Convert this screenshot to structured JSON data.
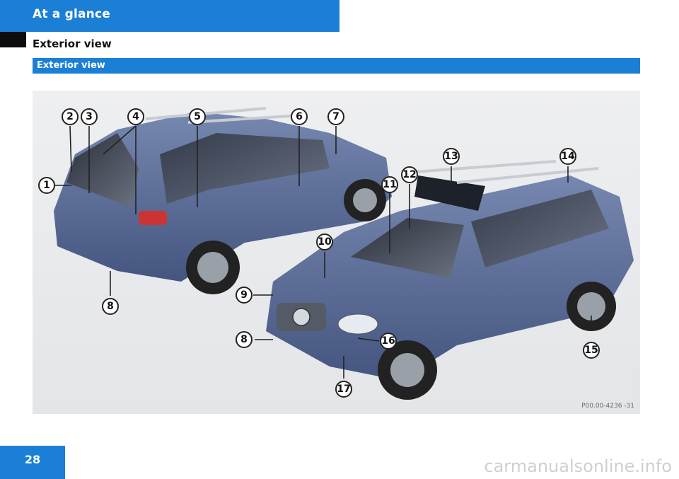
{
  "header": {
    "section_title": "At a glance",
    "page_subtitle": "Exterior view"
  },
  "section_bar": {
    "label": "Exterior view"
  },
  "figure": {
    "code": "P00.00-4236 -31",
    "callouts": [
      "1",
      "2",
      "3",
      "4",
      "5",
      "6",
      "7",
      "8",
      "9",
      "10",
      "11",
      "12",
      "13",
      "14",
      "15",
      "16",
      "17"
    ]
  },
  "footer": {
    "page_number": "28",
    "watermark": "carmanualsonline.info"
  },
  "colors": {
    "accent": "#1b7fd6",
    "vehicle": "#5a6c96"
  }
}
